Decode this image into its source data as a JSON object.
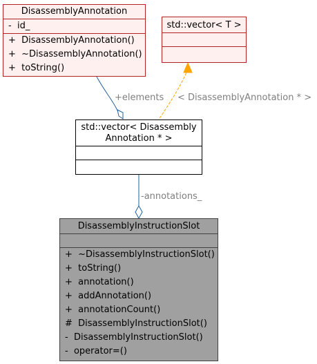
{
  "classes": {
    "annotation": {
      "name": "DisassemblyAnnotation",
      "attributes": [
        "-  id_"
      ],
      "methods": [
        "+  DisassemblyAnnotation()",
        "+  ~DisassemblyAnnotation()",
        "+  toString()"
      ]
    },
    "vector_template": {
      "name": "std::vector< T >"
    },
    "vector_annotation": {
      "name": "std::vector< Disassembly Annotation * >"
    },
    "slot": {
      "name": "DisassemblyInstructionSlot",
      "methods": [
        "+  ~DisassemblyInstructionSlot()",
        "+  toString()",
        "+  annotation()",
        "+  addAnnotation()",
        "+  annotationCount()",
        "#  DisassemblyInstructionSlot()",
        "-  DisassemblyInstructionSlot()",
        "-  operator=()"
      ]
    }
  },
  "relations": {
    "elements_label": "+elements",
    "template_args_label": "< DisassemblyAnnotation * >",
    "annotations_label": "-annotations_"
  },
  "colors": {
    "class_border": "#b22222",
    "class_fill": "#fff0f0",
    "slot_fill": "#a0a0a0",
    "composition_edge": "#1f5f9f",
    "template_edge": "#ffa500"
  }
}
